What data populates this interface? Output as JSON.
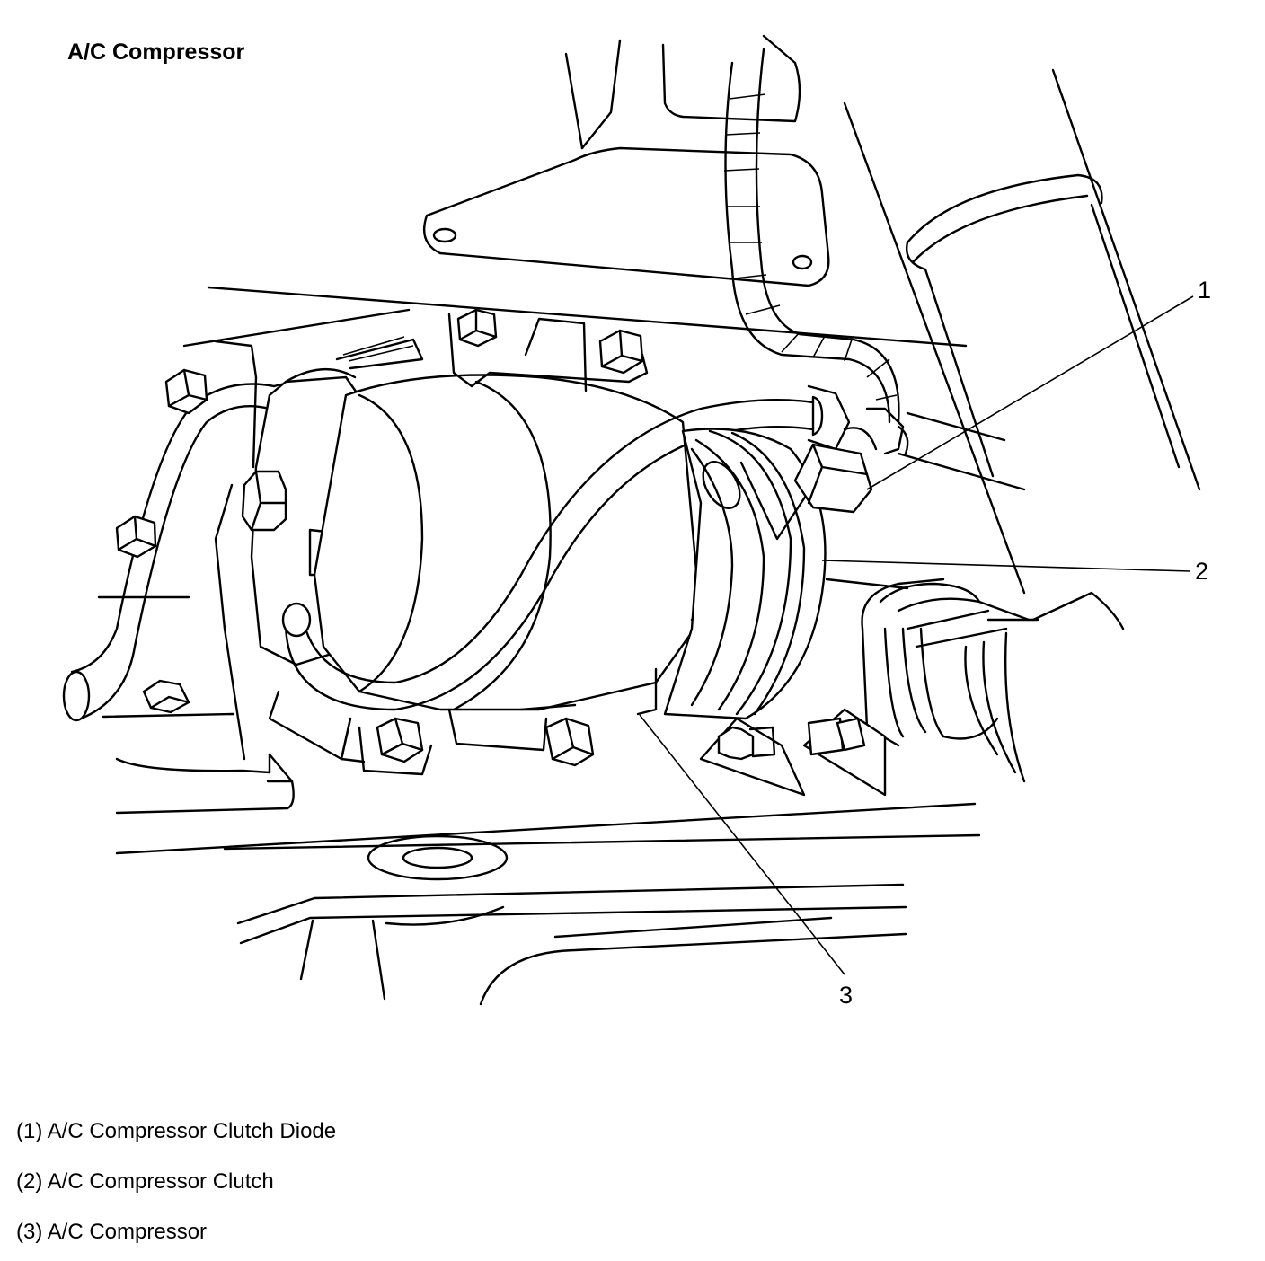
{
  "title": "A/C Compressor",
  "callouts": [
    {
      "number": "1",
      "name": "A/C Compressor Clutch Diode"
    },
    {
      "number": "2",
      "name": "A/C Compressor Clutch"
    },
    {
      "number": "3",
      "name": "A/C Compressor"
    }
  ],
  "legend": [
    "(1) A/C Compressor Clutch Diode",
    "(2) A/C Compressor Clutch",
    "(3) A/C Compressor"
  ]
}
